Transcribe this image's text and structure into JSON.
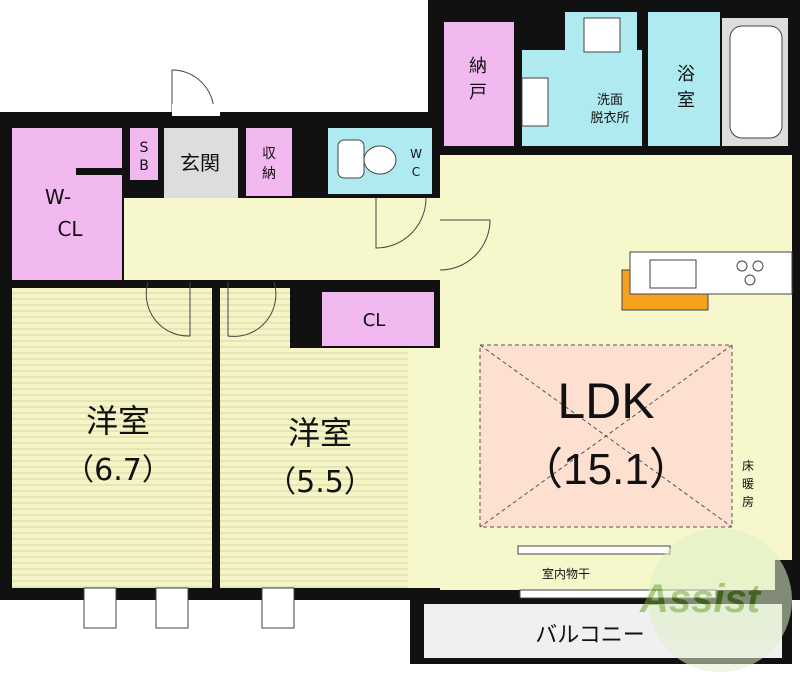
{
  "colors": {
    "wall": "#111111",
    "corridor": "#f7f7cc",
    "room_floor": "#f5f5c8",
    "storage": "#f2b8f0",
    "wet": "#aeeaf0",
    "ldk_marker": "#fde0d0",
    "counter": "#f4a21e",
    "balcony": "#f0f0f0",
    "watermark": "#8bc34a"
  },
  "labels": {
    "nando": [
      "納",
      "戸"
    ],
    "senmen": [
      "洗面",
      "脱衣所"
    ],
    "yokushitsu": [
      "浴",
      "室"
    ],
    "sb": [
      "S",
      "B"
    ],
    "genkan": "玄関",
    "shuno": [
      "収",
      "納"
    ],
    "wc": [
      "W",
      "C"
    ],
    "wcl": [
      "W-",
      "CL"
    ],
    "cl": "CL",
    "room1": [
      "洋室",
      "（6.7）"
    ],
    "room2": [
      "洋室",
      "（5.5）"
    ],
    "ldk": [
      "LDK",
      "（15.1）"
    ],
    "yukadanbo": [
      "床",
      "暖",
      "房"
    ],
    "shitsunai": "室内物干",
    "balcony": "バルコニー"
  },
  "watermark": "Assist"
}
